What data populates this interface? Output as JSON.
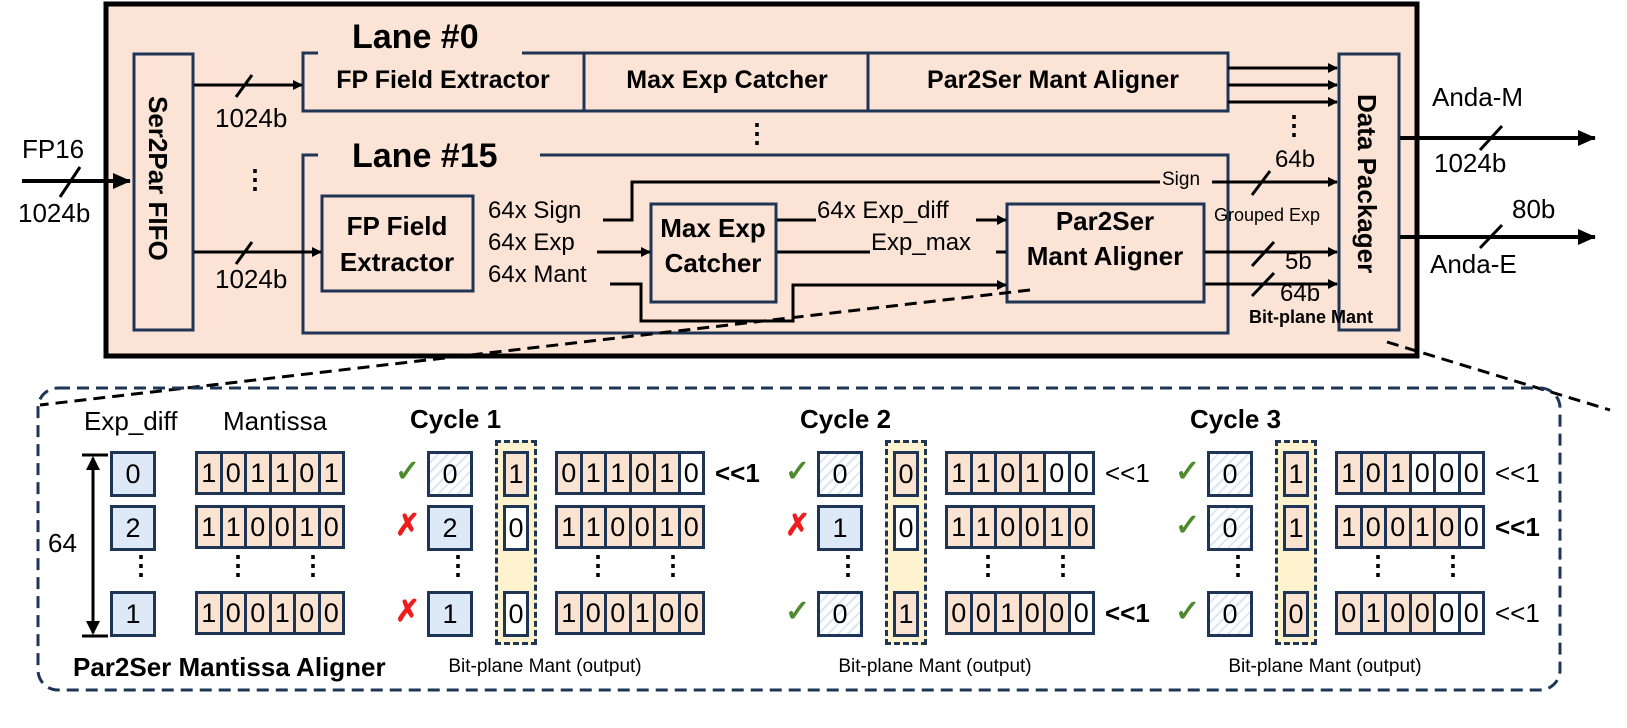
{
  "colors": {
    "frame_fill": "#fbe4d6",
    "block_border": "#1f3556",
    "frame_border": "#000000",
    "mantissa_fill": "#fbe3d2",
    "exp_fill": "#dde9f6",
    "output_band": "#fff2cf",
    "check": "#4e8a2e",
    "cross": "#ee1c1c"
  },
  "top": {
    "input_label": "FP16",
    "input_width": "1024b",
    "fifo_label": "Ser2Par FIFO",
    "fifo_out_width_top": "1024b",
    "fifo_out_width_bottom": "1024b",
    "lane0": {
      "title": "Lane #0",
      "stages": [
        "FP Field Extractor",
        "Max Exp Catcher",
        "Par2Ser Mant Aligner"
      ]
    },
    "lane15": {
      "title": "Lane #15",
      "extractor": [
        "FP Field",
        "Extractor"
      ],
      "catcher": [
        "Max Exp",
        "Catcher"
      ],
      "aligner": [
        "Par2Ser",
        "Mant Aligner"
      ],
      "sig_sign": "64x Sign",
      "sig_exp": "64x Exp",
      "sig_mant": "64x Mant",
      "sig_exp_diff": "64x Exp_diff",
      "sig_exp_max": "Exp_max",
      "sig_sign_route": "Sign",
      "sign_width": "64b",
      "grouped_exp": "Grouped Exp",
      "exp_width": "5b",
      "mant_width": "64b",
      "bitplane": "Bit-plane Mant"
    },
    "packager_label": "Data Packager",
    "out_m_label": "Anda-M",
    "out_m_width": "1024b",
    "out_e_label": "Anda-E",
    "out_e_width": "80b"
  },
  "detail": {
    "title": "Par2Ser Mantissa Aligner",
    "exp_diff_header": "Exp_diff",
    "mantissa_header": "Mantissa",
    "rows_label": "64",
    "init": {
      "exp_diff": [
        "0",
        "2",
        "1"
      ],
      "mantissa": [
        [
          "1",
          "0",
          "1",
          "1",
          "0",
          "1"
        ],
        [
          "1",
          "1",
          "0",
          "0",
          "1",
          "0"
        ],
        [
          "1",
          "0",
          "0",
          "1",
          "0",
          "0"
        ]
      ]
    },
    "cycles": [
      {
        "title": "Cycle 1",
        "status": [
          "check",
          "cross",
          "cross"
        ],
        "exp_diff": [
          "0",
          "2",
          "1"
        ],
        "output": [
          "1",
          "0",
          "0"
        ],
        "mantissa": [
          [
            "0",
            "1",
            "1",
            "0",
            "1",
            "0"
          ],
          [
            "1",
            "1",
            "0",
            "0",
            "1",
            "0"
          ],
          [
            "1",
            "0",
            "0",
            "1",
            "0",
            "0"
          ]
        ],
        "shift": [
          "<<1",
          "",
          ""
        ],
        "shift_bold": [
          true,
          false,
          false
        ],
        "caption": "Bit-plane Mant (output)"
      },
      {
        "title": "Cycle 2",
        "status": [
          "check",
          "cross",
          "check"
        ],
        "exp_diff": [
          "0",
          "1",
          "0"
        ],
        "output": [
          "0",
          "0",
          "1"
        ],
        "mantissa": [
          [
            "1",
            "1",
            "0",
            "1",
            "0",
            "0"
          ],
          [
            "1",
            "1",
            "0",
            "0",
            "1",
            "0"
          ],
          [
            "0",
            "0",
            "1",
            "0",
            "0",
            "0"
          ]
        ],
        "shift": [
          "<<1",
          "",
          "<<1"
        ],
        "shift_bold": [
          false,
          false,
          true
        ],
        "caption": "Bit-plane Mant (output)"
      },
      {
        "title": "Cycle 3",
        "status": [
          "check",
          "check",
          "check"
        ],
        "exp_diff": [
          "0",
          "0",
          "0"
        ],
        "output": [
          "1",
          "1",
          "0"
        ],
        "mantissa": [
          [
            "1",
            "0",
            "1",
            "0",
            "0",
            "0"
          ],
          [
            "1",
            "0",
            "0",
            "1",
            "0",
            "0"
          ],
          [
            "0",
            "1",
            "0",
            "0",
            "0",
            "0"
          ]
        ],
        "shift": [
          "<<1",
          "<<1",
          "<<1"
        ],
        "shift_bold": [
          false,
          true,
          false
        ],
        "caption": "Bit-plane Mant (output)"
      }
    ]
  }
}
